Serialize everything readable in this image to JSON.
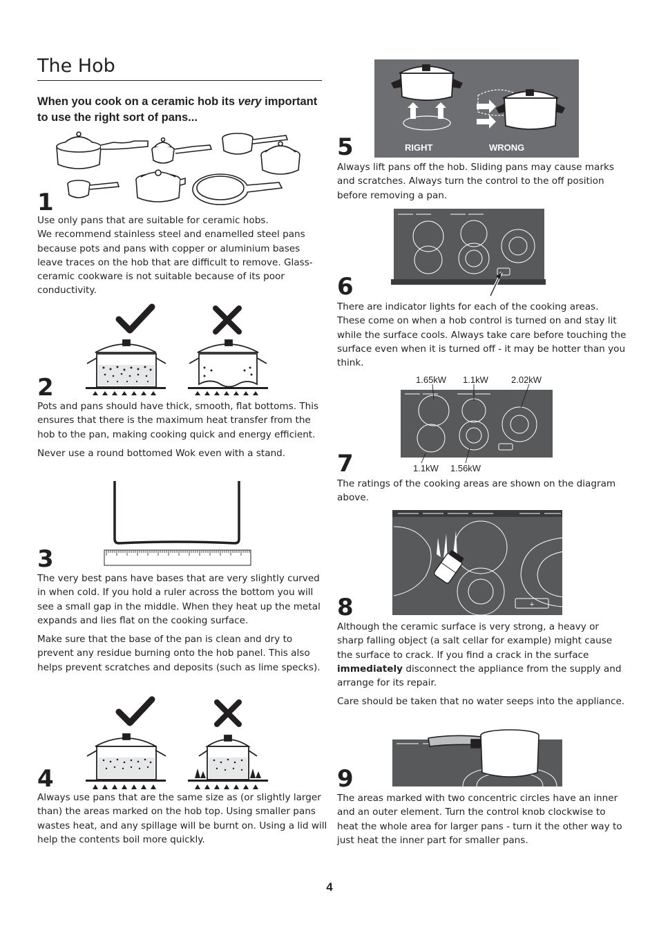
{
  "title": "The Hob",
  "intro": {
    "part1": "When you cook on a ceramic hob its ",
    "emph": "very",
    "part2": " important to use the right sort of pans..."
  },
  "sections": {
    "s1": {
      "num": "1",
      "lines": [
        "Use only pans that are suitable for ceramic hobs.",
        "We recommend stainless steel and enamelled steel pans because pots and pans with copper or aluminium bases leave traces on the hob that are difficult to remove. Glass-ceramic cookware is not suitable because of its poor conductivity."
      ]
    },
    "s2": {
      "num": "2",
      "p1": "Pots and pans should have thick, smooth, flat bottoms. This ensures that there is the maximum heat transfer from the hob to the pan, making cooking quick and energy efficient.",
      "p2": "Never use a round bottomed Wok even with a stand."
    },
    "s3": {
      "num": "3",
      "p1": "The very best pans have bases that are very slightly curved in when cold. If you hold a ruler across the bottom you will see a small gap in the middle. When they heat up the metal expands and lies flat on the cooking surface.",
      "p2": "Make sure that the base of the pan is clean and dry to prevent any residue burning onto the hob panel. This also helps prevent scratches and deposits (such as lime specks)."
    },
    "s4": {
      "num": "4",
      "p1": "Always use pans that are the same size as (or slightly larger than) the areas marked on the hob top. Using smaller pans wastes heat, and any spillage will be burnt on. Using a lid will help the contents boil more quickly."
    },
    "s5": {
      "num": "5",
      "p1": "Always lift pans off the hob. Sliding pans may cause marks and scratches. Always turn the control to the off position before removing a pan.",
      "label_right": "RIGHT",
      "label_wrong": "WRONG"
    },
    "s6": {
      "num": "6",
      "p1": "There are indicator lights for each of the cooking areas. These come on when a hob control is turned on and stay lit while the surface cools. Always take care before touching the surface even when it is turned off - it may be hotter than you think."
    },
    "s7": {
      "num": "7",
      "p1": "The ratings of the cooking areas are shown on the diagram above.",
      "ratings": [
        "1.65kW",
        "1.1kW",
        "2.02kW",
        "1.1kW",
        "1.56kW"
      ]
    },
    "s8": {
      "num": "8",
      "p1_a": "Although the ceramic surface is very strong, a heavy or sharp falling object (a salt cellar for example) might cause the surface to crack. If you find a crack in the surface ",
      "p1_b": "immediately",
      "p1_c": " disconnect the appliance from the supply and arrange for its repair.",
      "p2": "Care should be taken that no water seeps into the appliance."
    },
    "s9": {
      "num": "9",
      "p1": "The areas marked with two concentric circles have an inner and an outer element. Turn the control knob clockwise to heat the whole area for larger pans - turn it the other way to just heat the inner part for smaller pans."
    }
  },
  "page_number": "4",
  "colors": {
    "hob": "#58595b",
    "hob_dark": "#3a3b3d",
    "photo_bg": "#6d6e71",
    "text": "#231f20"
  }
}
